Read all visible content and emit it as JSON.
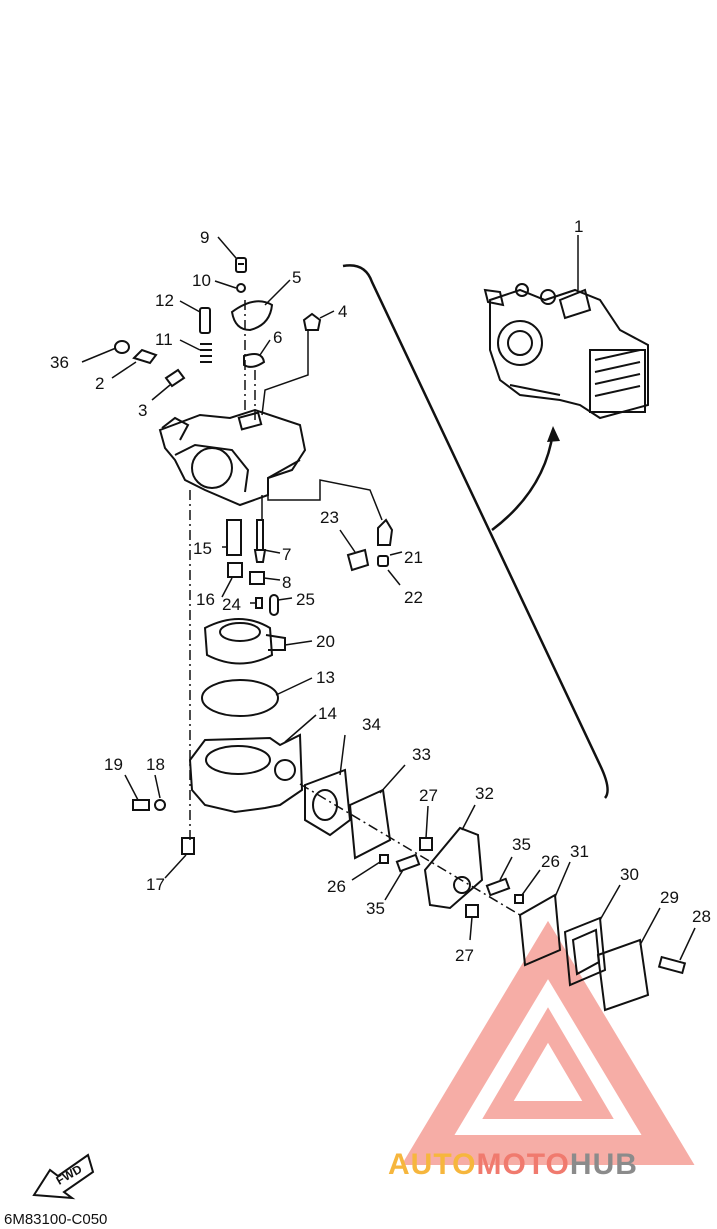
{
  "diagram": {
    "drawing_code": "6M83100-C050",
    "fwd_label": "FWD",
    "watermark": {
      "auto": "AUTO",
      "moto": "MOTO",
      "hub": "HUB"
    },
    "parts": {
      "p1": "1",
      "p2": "2",
      "p3": "3",
      "p4": "4",
      "p5": "5",
      "p6": "6",
      "p7": "7",
      "p8": "8",
      "p9": "9",
      "p10": "10",
      "p11": "11",
      "p12": "12",
      "p13": "13",
      "p14": "14",
      "p15": "15",
      "p16": "16",
      "p17": "17",
      "p18": "18",
      "p19": "19",
      "p20": "20",
      "p21": "21",
      "p22": "22",
      "p23": "23",
      "p24": "24",
      "p25": "25",
      "p26a": "26",
      "p26b": "26",
      "p27a": "27",
      "p27b": "27",
      "p28": "28",
      "p29": "29",
      "p30": "30",
      "p31": "31",
      "p32": "32",
      "p33": "33",
      "p34": "34",
      "p35a": "35",
      "p35b": "35",
      "p36": "36"
    }
  }
}
